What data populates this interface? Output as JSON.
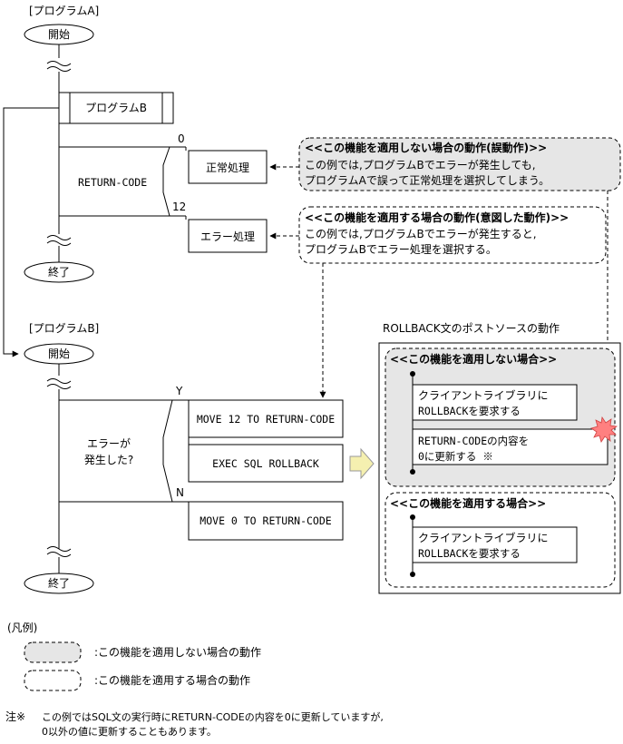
{
  "programA": {
    "title": "[プログラムA]",
    "start": "開始",
    "call_box": "プログラムB",
    "branch_var": "RETURN-CODE",
    "val_0": "0",
    "val_12": "12",
    "normal_proc": "正常処理",
    "error_proc": "エラー処理",
    "end": "終了"
  },
  "note_not_applied": {
    "title": "<<この機能を適用しない場合の動作(誤動作)>>",
    "line1": "この例では,プログラムBでエラーが発生しても,",
    "line2": "プログラムAで誤って正常処理を選択してしまう。"
  },
  "note_applied": {
    "title": "<<この機能を適用する場合の動作(意図した動作)>>",
    "line1": "この例では,プログラムBでエラーが発生すると,",
    "line2": "プログラムBでエラー処理を選択する。"
  },
  "programB": {
    "title": "[プログラムB]",
    "start": "開始",
    "cond_line1": "エラーが",
    "cond_line2": "発生した?",
    "yes": "Y",
    "no": "N",
    "stmt1": "MOVE 12 TO RETURN-CODE",
    "stmt2": "EXEC SQL ROLLBACK",
    "stmt3": "MOVE 0 TO RETURN-CODE",
    "end": "終了"
  },
  "postsource": {
    "title": "ROLLBACK文のポストソースの動作",
    "not_applied_title": "<<この機能を適用しない場合>>",
    "na_box1_line1": "クライアントライブラリに",
    "na_box1_line2": "ROLLBACKを要求する",
    "na_box2_line1": "RETURN-CODEの内容を",
    "na_box2_line2": "0に更新する ※",
    "applied_title": "<<この機能を適用する場合>>",
    "a_box_line1": "クライアントライブラリに",
    "a_box_line2": "ROLLBACKを要求する"
  },
  "legend": {
    "title": "(凡例)",
    "item1": ":この機能を適用しない場合の動作",
    "item2": ":この機能を適用する場合の動作"
  },
  "footnote": {
    "mark": "注※",
    "line1": "この例ではSQL文の実行時にRETURN-CODEの内容を0に更新していますが,",
    "line2": "0以外の値に更新することもあります。"
  },
  "colors": {
    "gray_fill": "#e6e6e6",
    "arrow_fill": "#f5f0b0",
    "burst_fill": "#ff8080"
  }
}
